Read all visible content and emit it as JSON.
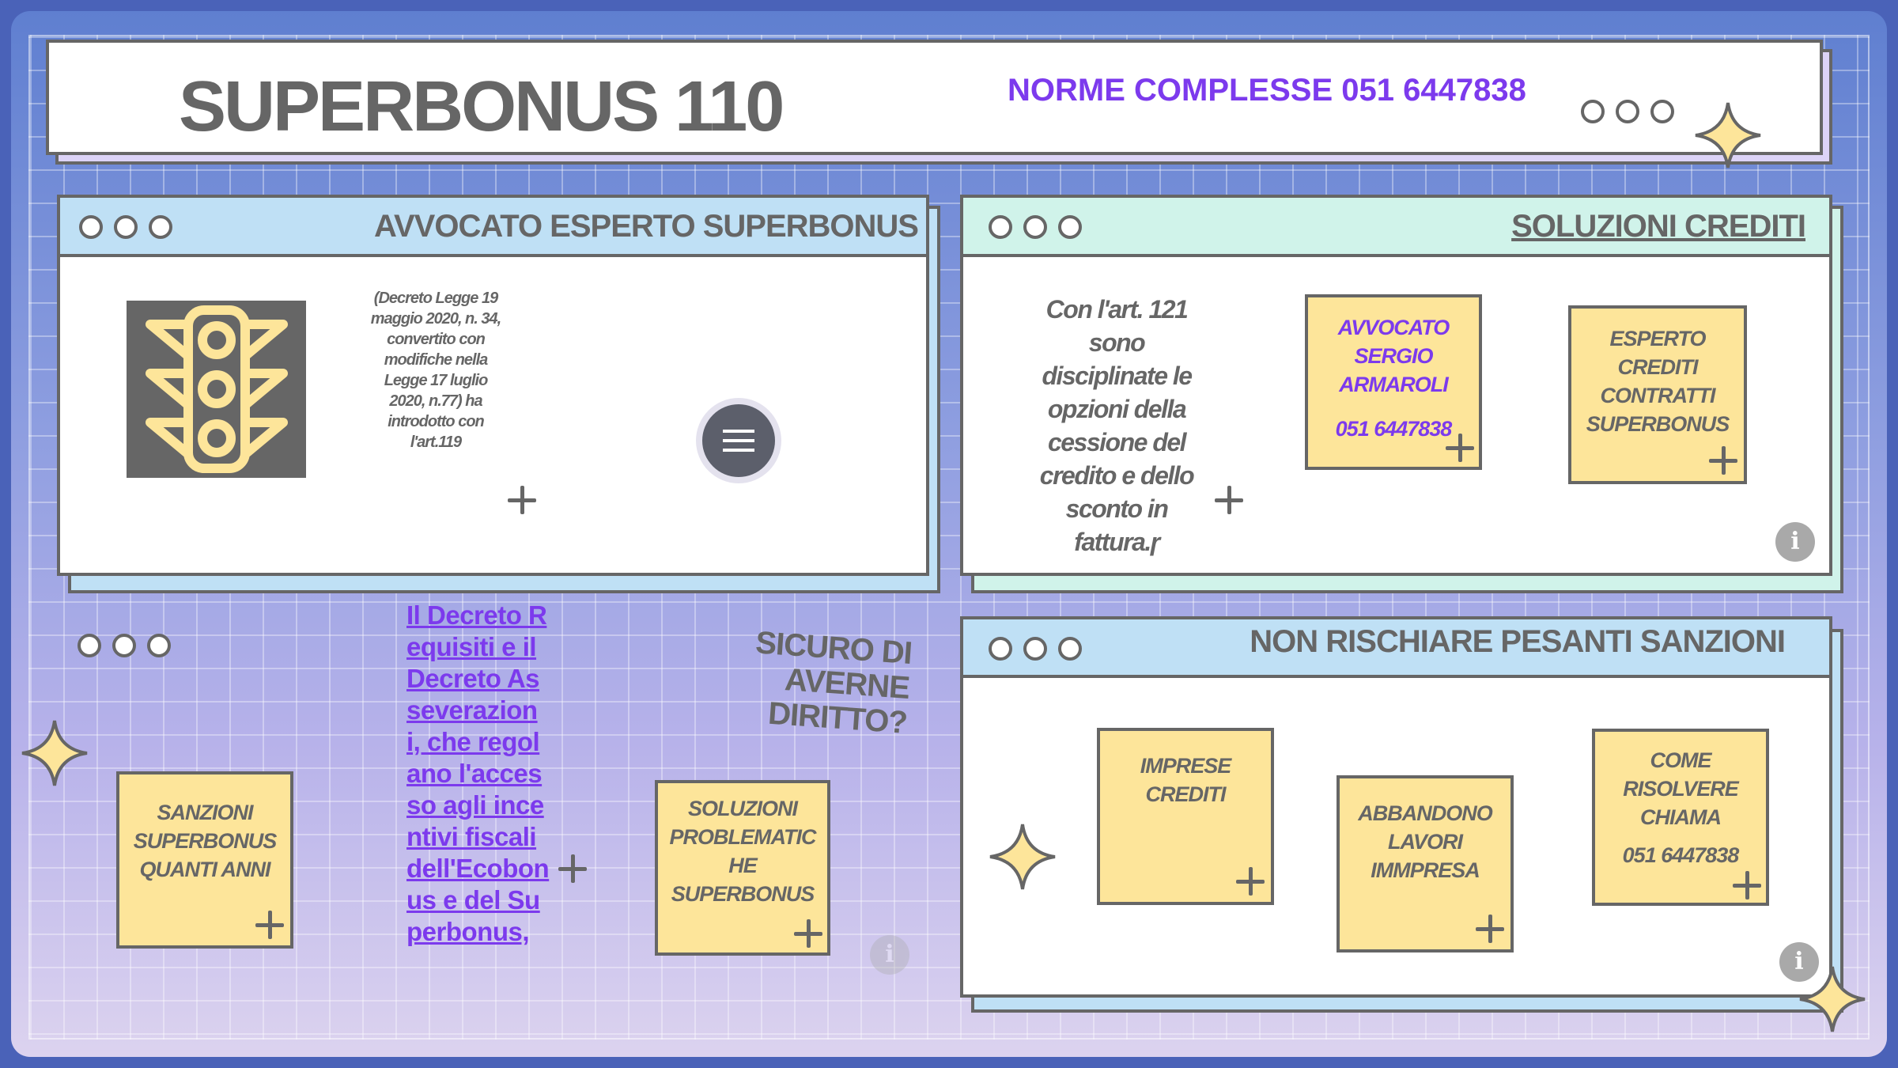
{
  "header": {
    "title": "SUPERBONUS 110",
    "subtitle": "NORME COMPLESSE 051 6447838"
  },
  "window_avvocato": {
    "title": "AVVOCATO ESPERTO SUPERBONUS",
    "text": "(Decreto Legge 19 maggio 2020, n. 34, convertito con modifiche nella Legge 17 luglio 2020, n.77) ha introdotto con l'art.119",
    "icon": "traffic-light-icon",
    "menu_icon": "menu-icon"
  },
  "window_soluzioni": {
    "title": "SOLUZIONI CREDITI",
    "text": "Con l'art. 121 sono disciplinate le opzioni della cessione del credito e dello sconto in fattura.ɼ",
    "note1": {
      "lines": [
        "AVVOCATO",
        "SERGIO",
        "ARMAROLI"
      ],
      "phone": "051 6447838"
    },
    "note2": {
      "lines": [
        "ESPERTO",
        "CREDITI",
        "CONTRATTI",
        "SUPERBONUS"
      ]
    },
    "info": "i"
  },
  "window_sanzioni": {
    "title": "NON RISCHIARE PESANTI SANZIONI",
    "note1": {
      "lines": [
        "IMPRESE",
        "CREDITI"
      ]
    },
    "note2": {
      "lines": [
        "ABBANDONO",
        "LAVORI",
        "IMMPRESA"
      ]
    },
    "note3": {
      "lines": [
        "COME",
        "RISOLVERE",
        "CHIAMA"
      ],
      "phone": "051 6447838"
    },
    "info": "i"
  },
  "free_area": {
    "note_sanzioni": {
      "lines": [
        "SANZIONI",
        "SUPERBONUS",
        "QUANTI ANNI"
      ]
    },
    "link_text": "Il Decreto Requisiti e il Decreto Asseverazioni, che regolano l'accesso agli incentivi fiscali dell'Ecobonus e del Superbonus,",
    "question": "SICURO DI AVERNE DIRITTO?",
    "note_problematiche": {
      "lines": [
        "SOLUZIONI",
        "PROBLEMATIC",
        "HE",
        "SUPERBONUS"
      ]
    },
    "info": "i"
  },
  "colors": {
    "accent": "#7c3aed",
    "note": "#fde59a",
    "bar_blue": "#bfe0f5",
    "bar_mint": "#d0f3ea",
    "text_grey": "#666666"
  }
}
